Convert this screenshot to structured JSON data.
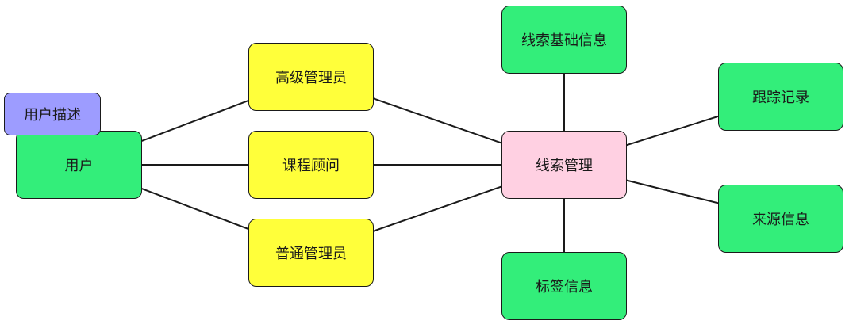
{
  "nodes": {
    "user_desc": "用户描述",
    "user": "用户",
    "senior_admin": "高级管理员",
    "course_advisor": "课程顾问",
    "normal_admin": "普通管理员",
    "leads_management": "线索管理",
    "leads_basic_info": "线索基础信息",
    "tag_info": "标签信息",
    "tracking_records": "跟踪记录",
    "source_info": "来源信息"
  },
  "edges": [
    [
      "user",
      "senior_admin"
    ],
    [
      "user",
      "course_advisor"
    ],
    [
      "user",
      "normal_admin"
    ],
    [
      "senior_admin",
      "leads_management"
    ],
    [
      "course_advisor",
      "leads_management"
    ],
    [
      "normal_admin",
      "leads_management"
    ],
    [
      "leads_management",
      "leads_basic_info"
    ],
    [
      "leads_management",
      "tag_info"
    ],
    [
      "leads_management",
      "tracking_records"
    ],
    [
      "leads_management",
      "source_info"
    ]
  ],
  "colors": {
    "entity": "#33ee7a",
    "role": "#ffff3a",
    "core": "#ffd0e2",
    "annotation": "#9d9cff",
    "line": "#1a1a1a"
  }
}
